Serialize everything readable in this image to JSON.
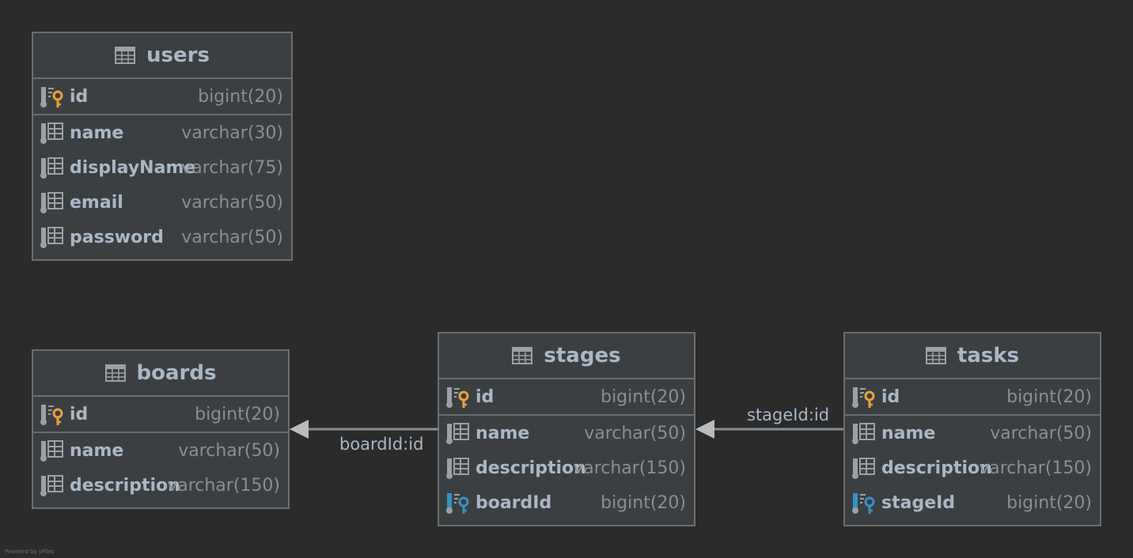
{
  "tables": {
    "users": {
      "name": "users",
      "columns": [
        {
          "name": "id",
          "type": "bigint(20)",
          "key": "pk"
        },
        {
          "name": "name",
          "type": "varchar(30)",
          "key": ""
        },
        {
          "name": "displayName",
          "type": "varchar(75)",
          "key": ""
        },
        {
          "name": "email",
          "type": "varchar(50)",
          "key": ""
        },
        {
          "name": "password",
          "type": "varchar(50)",
          "key": ""
        }
      ]
    },
    "boards": {
      "name": "boards",
      "columns": [
        {
          "name": "id",
          "type": "bigint(20)",
          "key": "pk"
        },
        {
          "name": "name",
          "type": "varchar(50)",
          "key": ""
        },
        {
          "name": "description",
          "type": "varchar(150)",
          "key": ""
        }
      ]
    },
    "stages": {
      "name": "stages",
      "columns": [
        {
          "name": "id",
          "type": "bigint(20)",
          "key": "pk"
        },
        {
          "name": "name",
          "type": "varchar(50)",
          "key": ""
        },
        {
          "name": "description",
          "type": "varchar(150)",
          "key": ""
        },
        {
          "name": "boardId",
          "type": "bigint(20)",
          "key": "fk"
        }
      ]
    },
    "tasks": {
      "name": "tasks",
      "columns": [
        {
          "name": "id",
          "type": "bigint(20)",
          "key": "pk"
        },
        {
          "name": "name",
          "type": "varchar(50)",
          "key": ""
        },
        {
          "name": "description",
          "type": "varchar(150)",
          "key": ""
        },
        {
          "name": "stageId",
          "type": "bigint(20)",
          "key": "fk"
        }
      ]
    }
  },
  "relations": [
    {
      "from": "stages",
      "to": "boards",
      "label": "boardId:id"
    },
    {
      "from": "tasks",
      "to": "stages",
      "label": "stageId:id"
    }
  ],
  "footer": "Powered by yFiles",
  "colors": {
    "background": "#2b2b2b",
    "table_fill": "#3c3f41",
    "border": "#6b6e70",
    "text": "#a9b7c6",
    "type_text": "#8b8e91",
    "pk_key": "#e8a33d",
    "fk_key": "#3592c4",
    "icon": "#9da0a4"
  },
  "icons": {
    "table": "table-grid-icon",
    "column": "column-icon",
    "primary_key": "primary-key-icon",
    "foreign_key": "foreign-key-icon"
  }
}
